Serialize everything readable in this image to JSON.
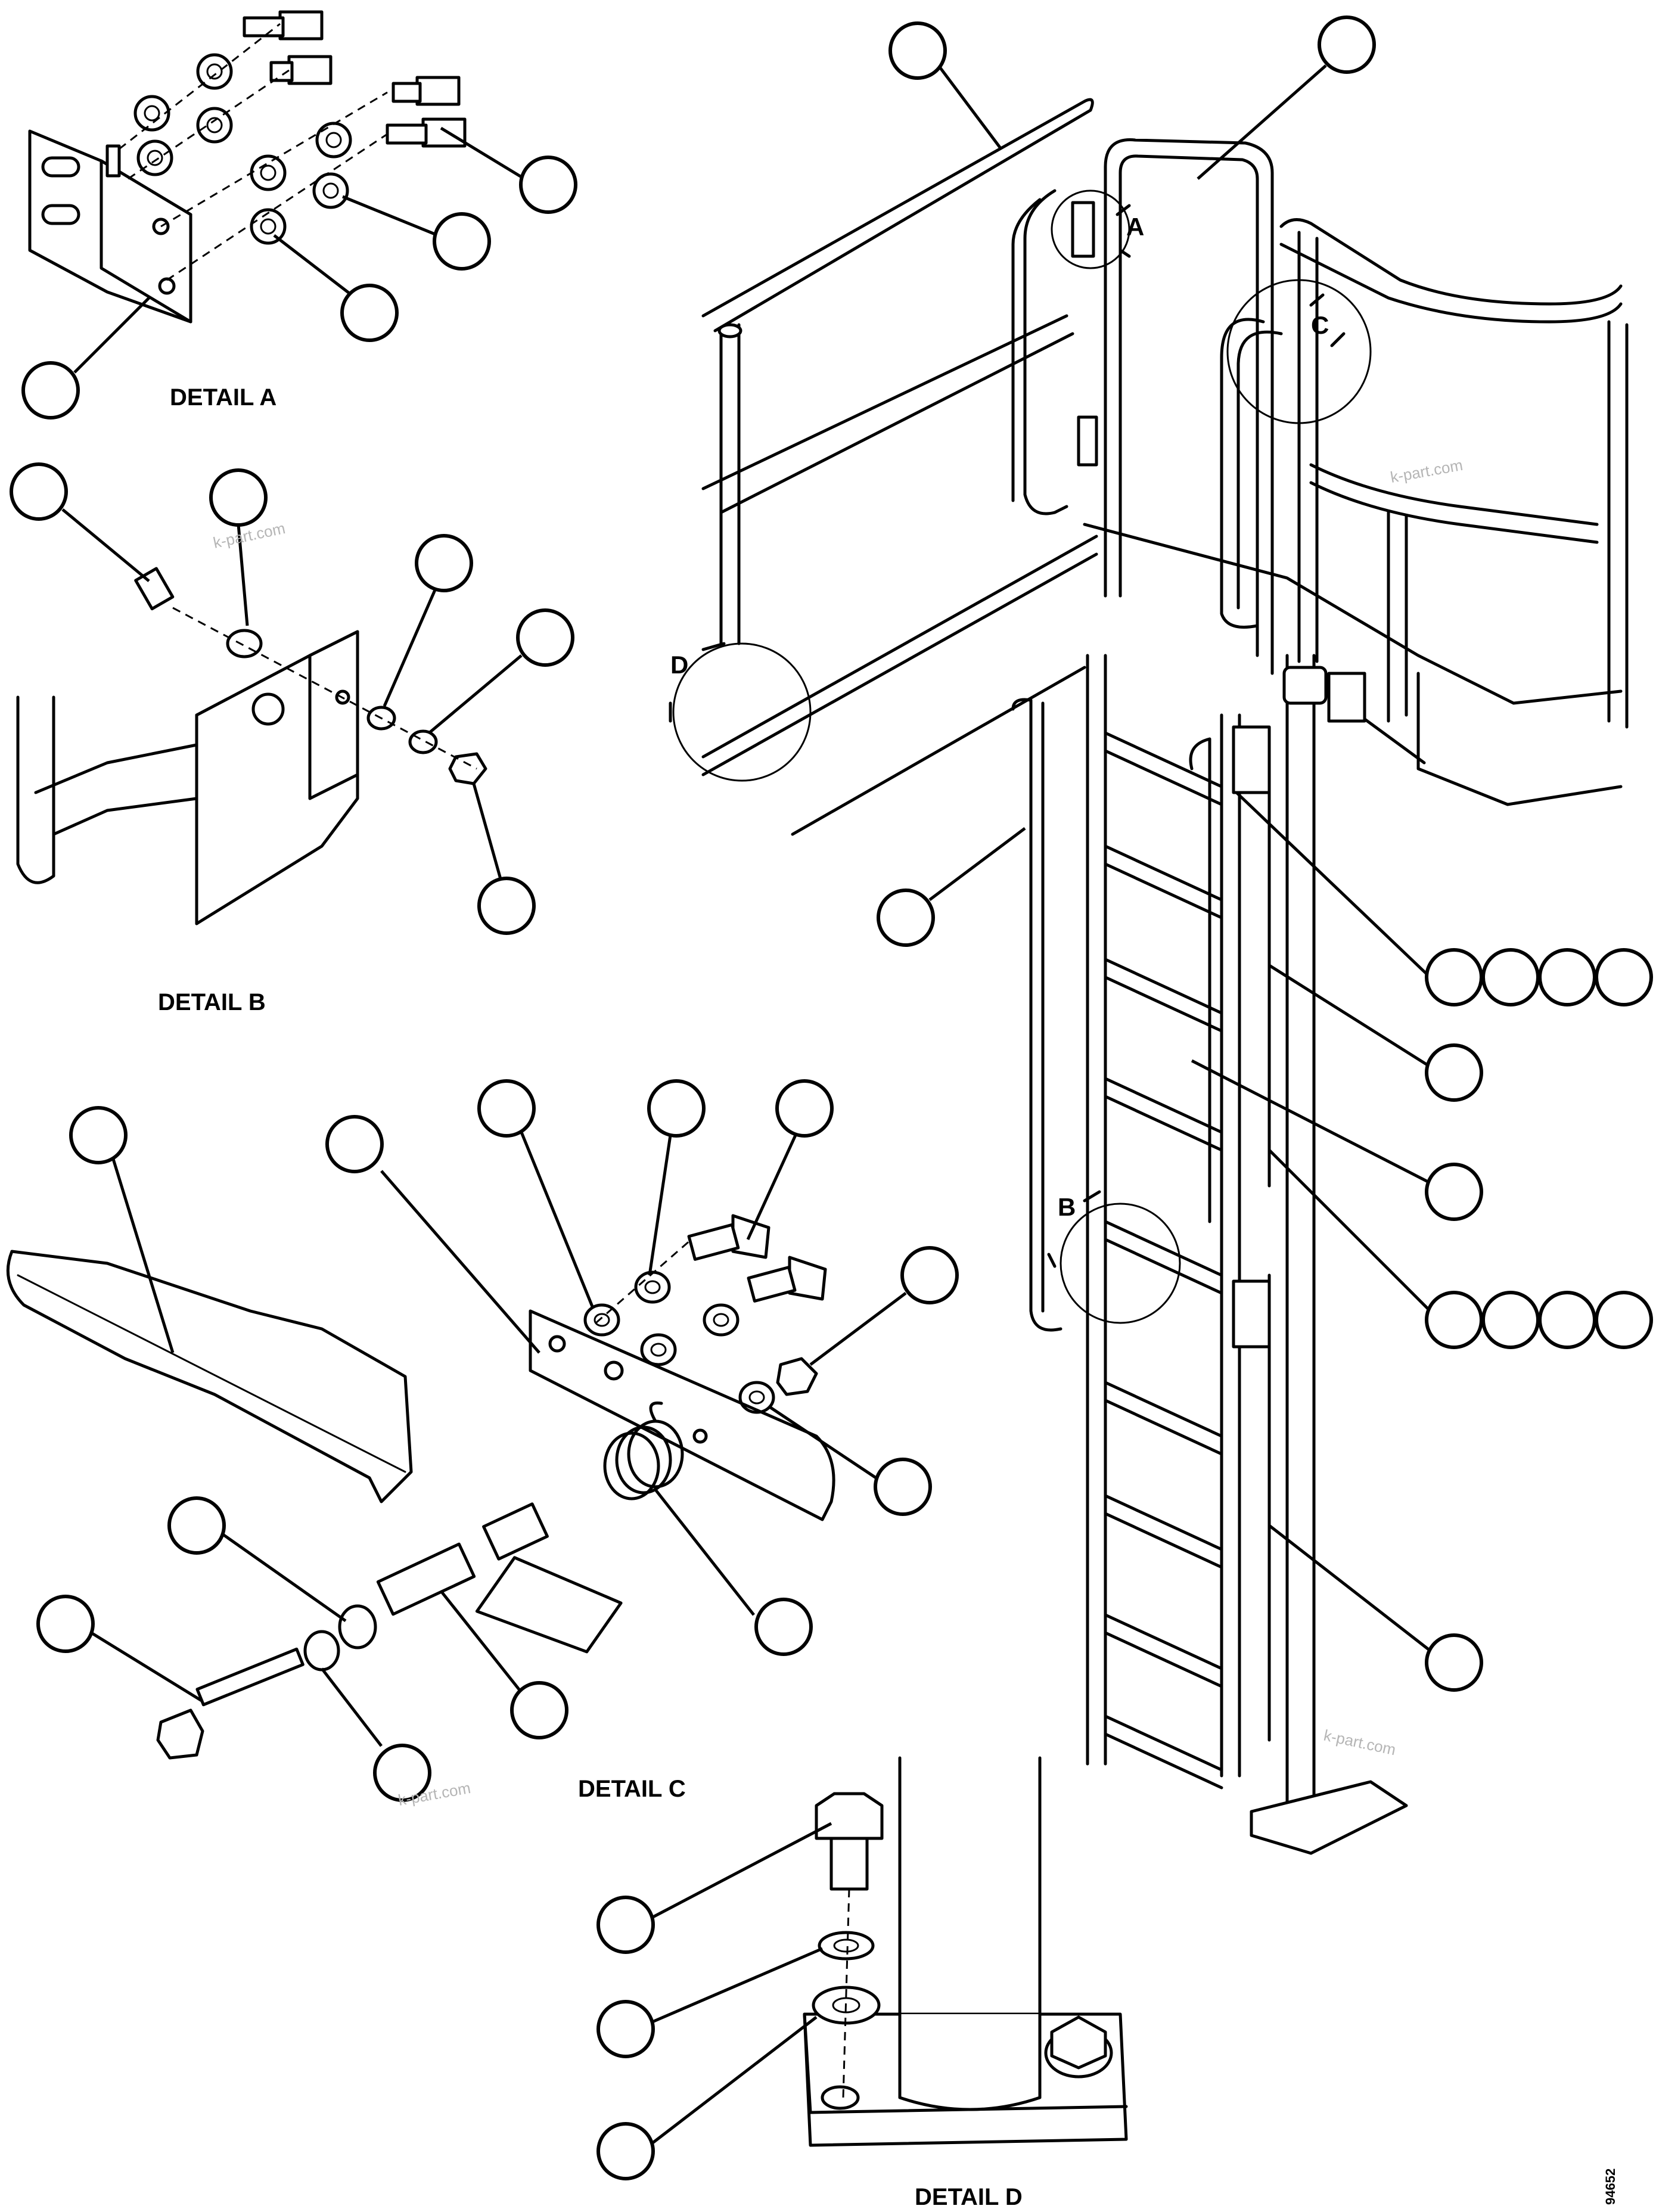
{
  "details": {
    "a": "DETAIL A",
    "b": "DETAIL B",
    "c": "DETAIL C",
    "d": "DETAIL D"
  },
  "view_letters": {
    "a": "A",
    "b": "B",
    "c": "C",
    "d": "D"
  },
  "watermark": "k-part.com",
  "figure_number": "94652",
  "colors": {
    "line": "#000000",
    "background": "#ffffff",
    "watermark": "#b5b5b5"
  }
}
